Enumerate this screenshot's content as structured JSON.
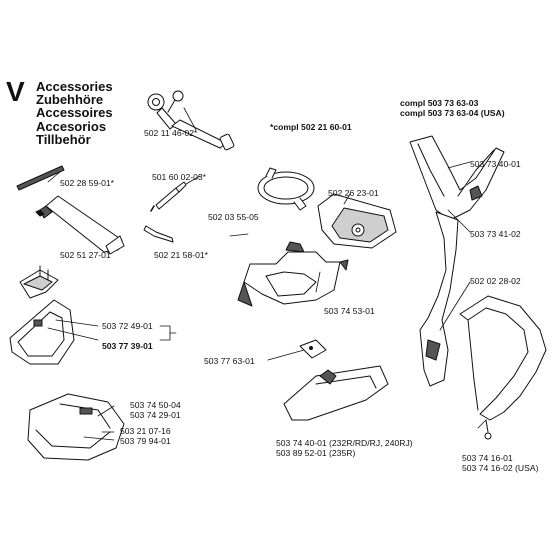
{
  "section_letter": "V",
  "titles": [
    "Accessories",
    "Zubehhöre",
    "Accessoires",
    "Accesorios",
    "Tillbehör"
  ],
  "parts": {
    "p1": "502 11 46-02*",
    "p2": "*compl 502 21 60-01",
    "p3": "compl 503 73 63-03",
    "p4": "compl 503 73 63-04 (USA)",
    "p5": "502 28 59-01*",
    "p6": "501 60 02-03*",
    "p7": "502 03 55-05",
    "p8": "502 26 23-01",
    "p9": "503 73 40-01",
    "p10": "502 51 27-01",
    "p11": "502 21 58-01*",
    "p12": "503 73 41-02",
    "p13": "502 02 28-02",
    "p14": "503 74 53-01",
    "p15": "503 72 49-01",
    "p16": "503 77 39-01",
    "p17": "503 77 63-01",
    "p18": "503 74 50-04",
    "p19": "503 74 29-01",
    "p20": "503 21 07-16",
    "p21": "503 79 94-01",
    "p22": "503 74 40-01 (232R/RD/RJ, 240RJ)",
    "p23": "503 89 52-01 (235R)",
    "p24": "503 74 16-01",
    "p25": "503 74 16-02 (USA)"
  },
  "colors": {
    "line": "#111111",
    "fill": "#ffffff",
    "shade": "#cfcfcf",
    "dark": "#555555"
  }
}
